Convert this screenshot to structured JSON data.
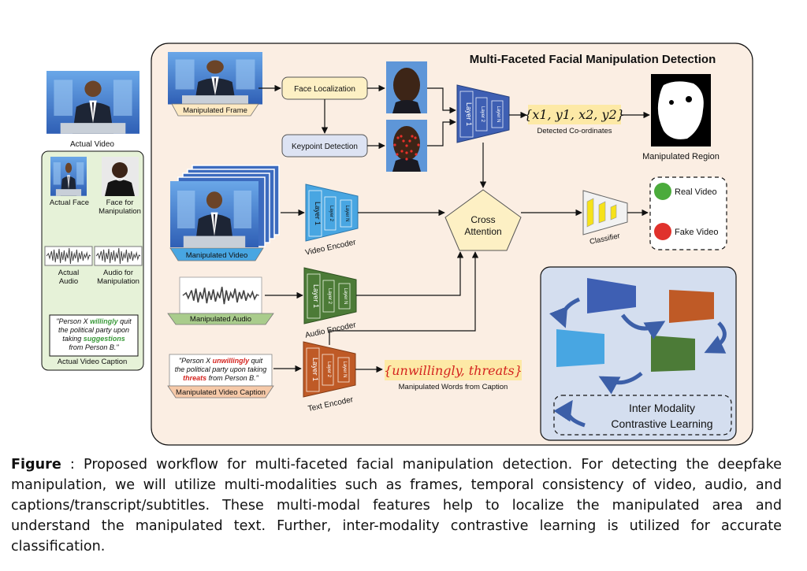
{
  "title": "Multi-Faceted Facial Manipulation Detection",
  "left_panel": {
    "actual_video": "Actual Video",
    "actual_face": "Actual Face",
    "face_manip_1": "Face for",
    "face_manip_2": "Manipulation",
    "actual_audio_1": "Actual",
    "actual_audio_2": "Audio",
    "audio_manip_1": "Audio for",
    "audio_manip_2": "Manipulation",
    "caption_lines": [
      "\"Person X",
      "willingly",
      " quit",
      "the political party upon",
      "taking",
      "suggestions",
      "from Person B.\""
    ],
    "caption_label": "Actual Video Caption"
  },
  "inputs": {
    "frame": "Manipulated Frame",
    "video": "Manipulated Video",
    "audio": "Manipulated Audio",
    "text_label": "Manipulated Video Caption",
    "text_q1a": "\"Person X ",
    "text_q1b": "unwillingly",
    "text_q1c": " quit",
    "text_q2": "the political party upon taking",
    "text_q3a": "threats",
    "text_q3b": " from Person B.\""
  },
  "modules": {
    "face_localization": "Face Localization",
    "keypoint_detection": "Keypoint Detection",
    "cross_1": "Cross",
    "cross_2": "Attention",
    "classifier": "Classifier",
    "video_encoder": "Video Encoder",
    "audio_encoder": "Audio Encoder",
    "text_encoder": "Text Encoder",
    "layer1": "Layer 1",
    "layer2": "Layer 2",
    "layerN": "Layer N"
  },
  "outputs": {
    "coords": "{x1, y1, x2, y2}",
    "coords_label": "Detected Co-ordinates",
    "region_label": "Manipulated Region",
    "real": "Real Video",
    "fake": "Fake Video",
    "words": "{unwillingly, threats}",
    "words_label": "Manipulated Words from Caption"
  },
  "contrastive": {
    "line1": "Inter Modality",
    "line2": "Contrastive Learning"
  },
  "caption": {
    "lead": "Figure",
    "text": " : Proposed workflow for multi-faceted facial manipulation detection. For detecting the deepfake manipulation, we will utilize multi-modalities such as frames, temporal consistency of video, audio, and captions/transcript/subtitles. These multi-modal features help to localize the manipulated area and understand the manipulated text. Further, inter-modality contrastive learning is utilized for accurate classification."
  },
  "colors": {
    "panel_bg": "#fbeee3",
    "left_bg": "#e6f2d8",
    "encoder_blue": "#3e5fb3",
    "encoder_lightblue": "#48a6e2",
    "encoder_green": "#4c7b37",
    "encoder_orange": "#bf5a26",
    "real": "#4bab3c",
    "fake": "#e0322c",
    "highlight": "#fde9a6"
  }
}
